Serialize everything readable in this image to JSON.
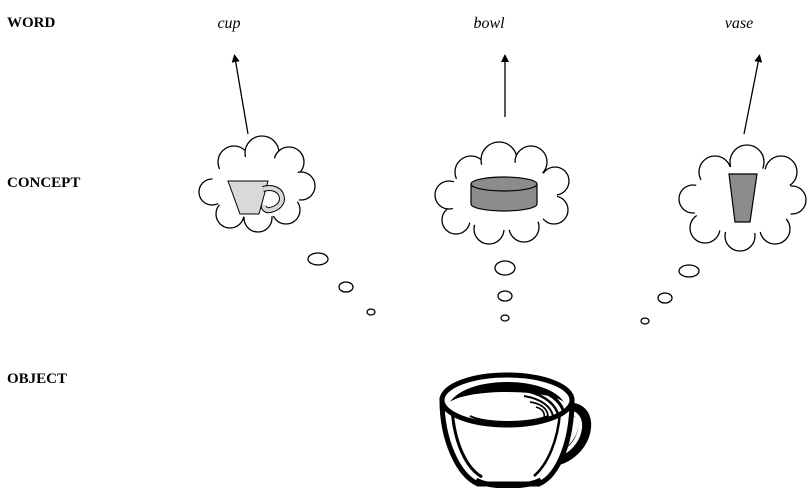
{
  "row_labels": {
    "word": "WORD",
    "concept": "CONCEPT",
    "object": "OBJECT"
  },
  "words": {
    "cup": "cup",
    "bowl": "bowl",
    "vase": "vase"
  },
  "icons": {
    "cup_concept": "cup-icon",
    "bowl_concept": "bowl-icon",
    "vase_concept": "vase-icon",
    "object": "coffee-cup-icon"
  },
  "colors": {
    "ink": "#000000",
    "light_fill": "#d9d9d9",
    "dark_fill": "#8c8c8c"
  }
}
